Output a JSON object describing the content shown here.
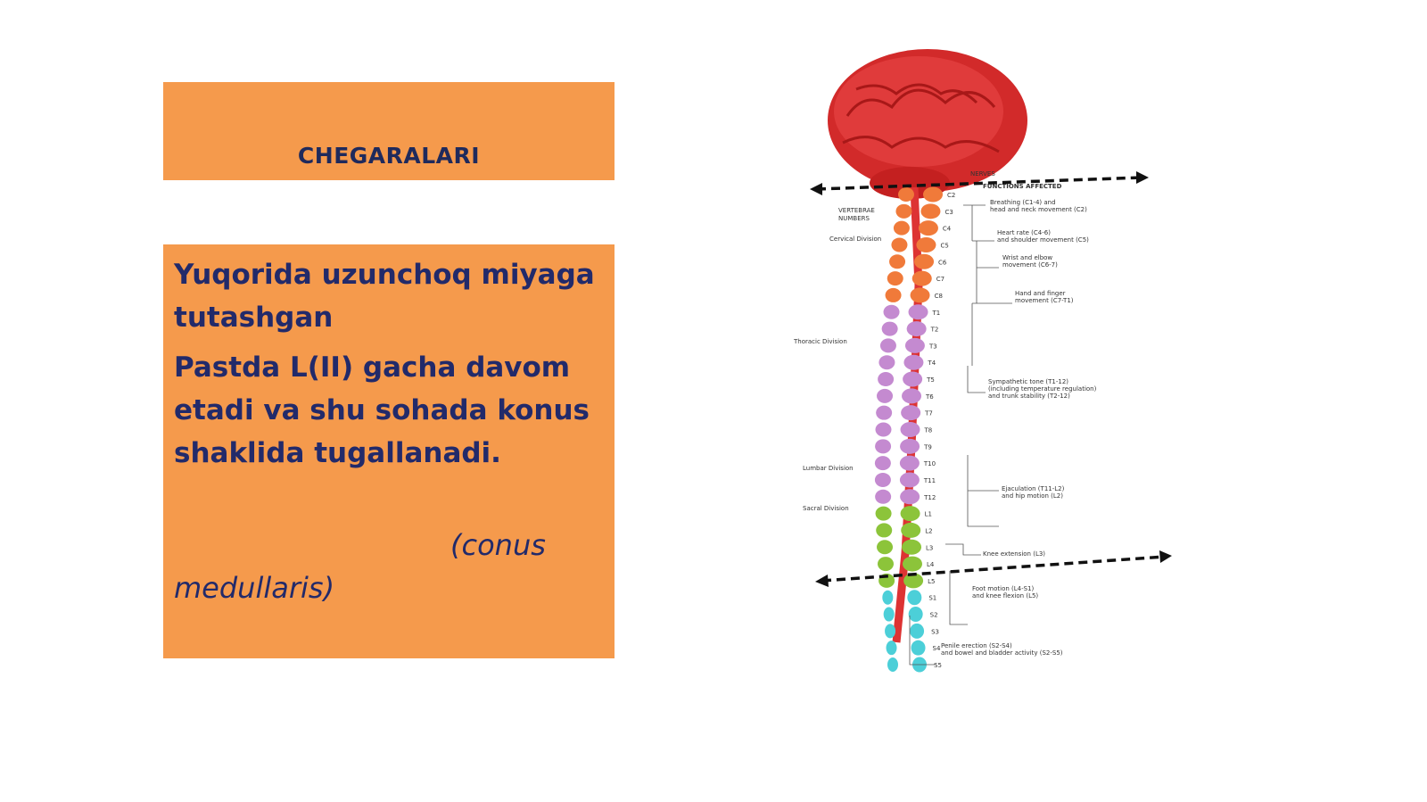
{
  "title": "CHEGARALARI",
  "paragraphs": {
    "p1": "Yuqorida   uzunchoq miyaga tutashgan",
    "p2": "Pastda  L(II) gacha davom etadi va shu sohada konus shaklida tugallanadi.",
    "p3_open": "(",
    "p3_word1": "conus",
    "p3_word2": "medullaris",
    "p3_close": ")"
  },
  "diagram": {
    "labels": {
      "nerves": "NERVES",
      "functions": "FUNCTIONS AFFECTED",
      "vertebrae": "VERTEBRAE",
      "numbers": "NUMBERS",
      "cervical": "Cervical Division",
      "thoracic": "Thoracic Division",
      "lumbar": "Lumbar Division",
      "sacral": "Sacral Division"
    },
    "vertebrae": [
      "C2",
      "C3",
      "C4",
      "C5",
      "C6",
      "C7",
      "C8",
      "T1",
      "T2",
      "T3",
      "T4",
      "T5",
      "T6",
      "T7",
      "T8",
      "T9",
      "T10",
      "T11",
      "T12",
      "L1",
      "L2",
      "L3",
      "L4",
      "L5",
      "S1",
      "S2",
      "S3",
      "S4",
      "S5"
    ],
    "functions": [
      {
        "line1": "Breathing (C1-4) and",
        "line2": "head and neck movement (C2)"
      },
      {
        "line1": "Heart rate (C4-6)",
        "line2": "and shoulder movement (C5)"
      },
      {
        "line1": "Wrist and elbow",
        "line2": "movement (C6-7)"
      },
      {
        "line1": "Hand and finger",
        "line2": "movement (C7-T1)"
      },
      {
        "line1": "Sympathetic tone (T1-12)",
        "line2": "(including temperature regulation)",
        "line3": "and trunk stability (T2-12)"
      },
      {
        "line1": "Ejaculation (T11-L2)",
        "line2": "and hip motion (L2)"
      },
      {
        "line1": "Knee extension (L3)"
      },
      {
        "line1": "Foot motion (L4-S1)",
        "line2": "and knee flexion (L5)"
      },
      {
        "line1": "Penile erection (S2-S4)",
        "line2": "and bowel and bladder activity (S2-S5)"
      }
    ],
    "colors": {
      "brain": "#d22a2a",
      "cervical": "#f07a3a",
      "thoracic": "#c48ad0",
      "lumbar": "#8cc43a",
      "sacral": "#4ccfd8",
      "arrow": "#111111"
    }
  }
}
